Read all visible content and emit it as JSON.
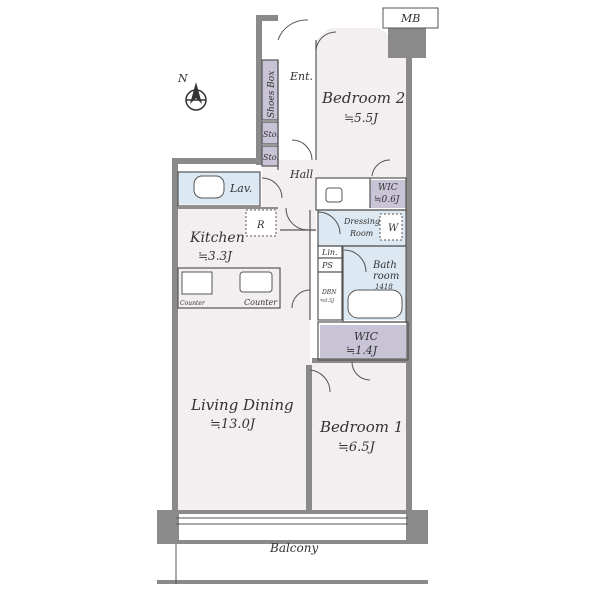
{
  "floorplan": {
    "rooms": {
      "bedroom2": {
        "name": "Bedroom 2",
        "size": "≒5.5J"
      },
      "bedroom1": {
        "name": "Bedroom 1",
        "size": "≒6.5J"
      },
      "living": {
        "name": "Living Dining",
        "size": "≒13.0J"
      },
      "kitchen": {
        "name": "Kitchen",
        "size": "≒3.3J"
      },
      "wic_small": {
        "name": "WIC",
        "size": "≒0.6J"
      },
      "wic_large": {
        "name": "WIC",
        "size": "≒1.4J"
      },
      "bath": {
        "name": "Bath",
        "name2": "room",
        "size": "1418"
      },
      "dressing": {
        "name": "Dressing",
        "name2": "Room"
      }
    },
    "labels": {
      "mb": "MB",
      "ent": "Ent.",
      "shoes_box": "Shoes Box",
      "sto1": "Sto.",
      "sto2": "Sto.",
      "hall": "Hall",
      "lav": "Lav.",
      "r": "R",
      "w": "W",
      "lin": "Lin.",
      "ps": "PS",
      "dbn": "DBN",
      "dbn_size": "≒0.5J",
      "counter1": "Counter",
      "counter2": "Counter",
      "balcony": "Balcony",
      "north": "N"
    },
    "colors": {
      "room_fill": "#f3eef0",
      "wall": "#8a8a8a",
      "storage_fill": "#c9c3d6",
      "wet_fill": "#dde9f2",
      "line": "#555555"
    }
  }
}
